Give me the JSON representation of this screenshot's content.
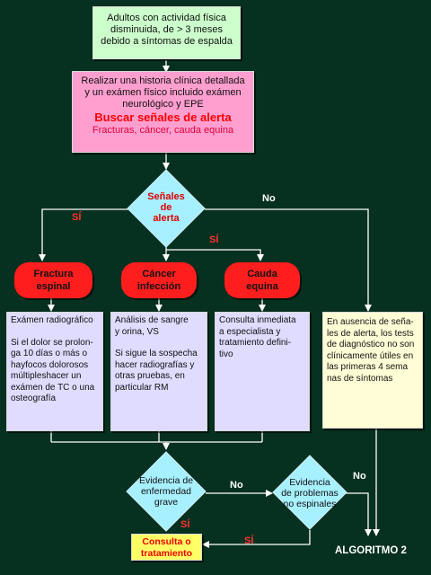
{
  "start": {
    "lines": [
      "Adultos con actividad física",
      "disminuida, de  > 3 meses",
      "debido a síntomas de espalda"
    ]
  },
  "history": {
    "lines": [
      "Realizar una historia clínica detallada",
      "y un exámen físico incluido exámen",
      "neurológico y EPE"
    ],
    "alert_title": "Buscar señales de alerta",
    "alert_sub": "Fracturas, cáncer, cauda equina"
  },
  "decision_alert": {
    "lines": [
      "Señales",
      "de",
      "alerta"
    ]
  },
  "labels": {
    "si_left": "SÍ",
    "si_mid": "SÍ",
    "no_top": "No",
    "no_right": "No",
    "no_mid": "No",
    "si_bottom": "SÍ",
    "si_bottom2": "SÍ"
  },
  "pills": {
    "fractura": [
      "Fractura",
      "espinal"
    ],
    "cancer": [
      "Cáncer",
      "infección"
    ],
    "cauda": [
      "Cauda",
      "equina"
    ]
  },
  "boxes": {
    "fractura": [
      "Exámen radiográfico",
      "",
      "Si el dolor se prolon-",
      "ga 10 días o más o",
      "hayfocos dolorosos",
      "múltipleshacer un",
      "exámen de TC o una",
      "osteografía"
    ],
    "cancer": [
      "Análisis de sangre",
      "y orina, VS",
      "",
      "Si sigue la sospecha",
      "hacer radiografías y",
      "otras pruebas, en",
      "particular RM"
    ],
    "cauda": [
      "Consulta inmediata",
      "a especialista y",
      "tratamiento defini-",
      "tivo"
    ],
    "ausencia": [
      "En ausencia de seña-",
      "les de alerta, los tests",
      "de diagnóstico no son",
      "clínicamente útiles en",
      "las primeras 4 sema",
      "nas de síntomas"
    ]
  },
  "decision_grave": {
    "lines": [
      "Evidencia de",
      "enfermedad",
      "grave"
    ]
  },
  "decision_noespinal": {
    "lines": [
      "Evidencia",
      "de problemas",
      "no espinales"
    ]
  },
  "consulta": {
    "lines": [
      "Consulta o",
      "tratamiento"
    ]
  },
  "footer": {
    "label": "ALGORITMO 2"
  }
}
